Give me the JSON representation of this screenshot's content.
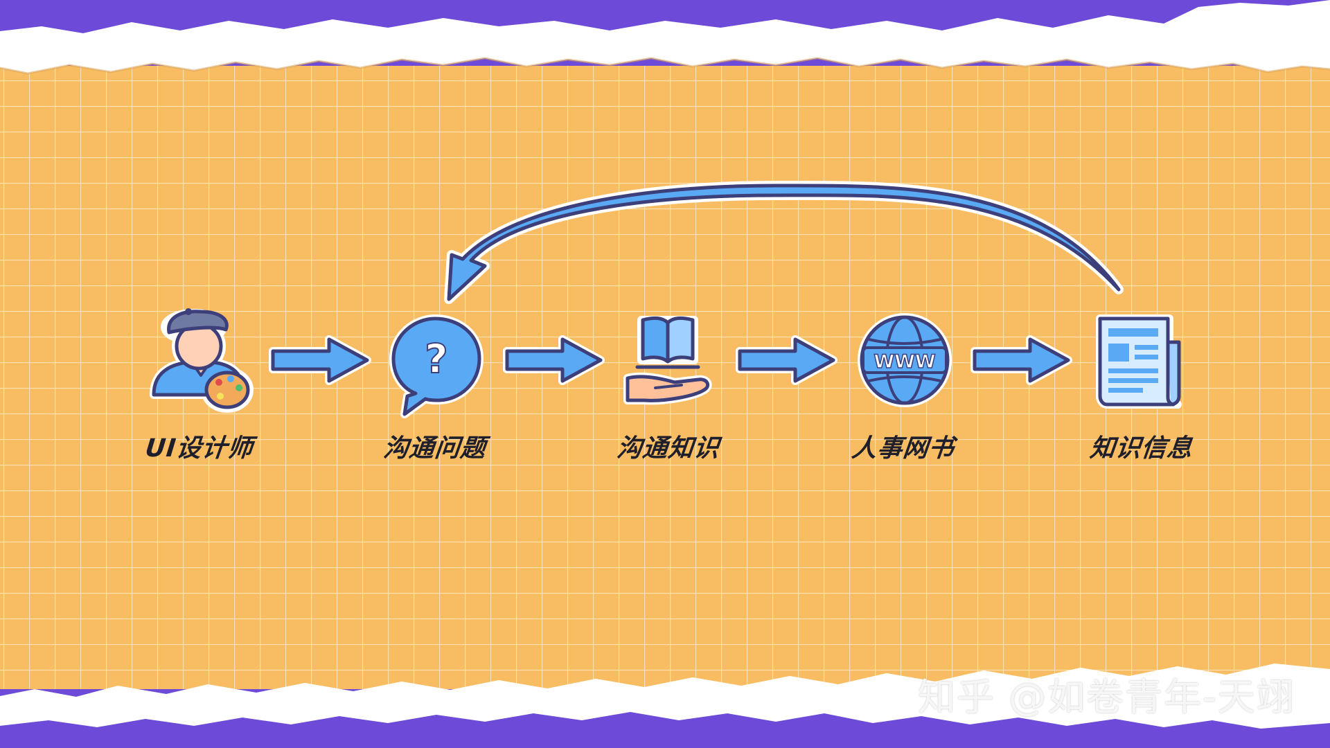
{
  "colors": {
    "purple_band": "#6d4bd8",
    "paper": "#f8bd62",
    "grid_line": "#fde2b3",
    "torn_edge": "#ffffff",
    "icon_blue": "#5aa9f5",
    "icon_outline": "#3d3f7a",
    "label_text": "#1f1f2b"
  },
  "flow": {
    "steps": [
      {
        "label": "UI设计师",
        "icon": "artist-with-palette-icon"
      },
      {
        "label": "沟通问题",
        "icon": "question-speech-bubble-icon"
      },
      {
        "label": "沟通知识",
        "icon": "book-on-hand-icon"
      },
      {
        "label": "人事网书",
        "icon": "www-globe-icon"
      },
      {
        "label": "知识信息",
        "icon": "newspaper-document-icon"
      }
    ],
    "globe_text": "WWW",
    "question_mark": "?",
    "connectors": [
      {
        "from": 0,
        "to": 1,
        "type": "straight-arrow"
      },
      {
        "from": 1,
        "to": 2,
        "type": "straight-arrow"
      },
      {
        "from": 2,
        "to": 3,
        "type": "straight-arrow"
      },
      {
        "from": 3,
        "to": 4,
        "type": "straight-arrow"
      },
      {
        "from": 4,
        "to": 1,
        "type": "curved-return-arrow"
      }
    ]
  },
  "watermark": "知乎 @如卷青年-天翊"
}
